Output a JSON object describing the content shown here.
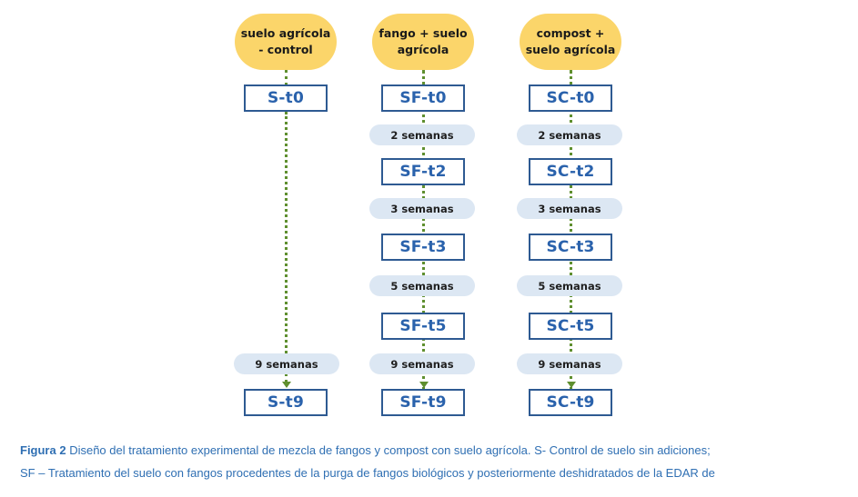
{
  "columns": [
    {
      "header": "suelo agrícola\n- control",
      "start": "S-t0",
      "steps": [],
      "final_interval": "9 semanas",
      "end": "S-t9"
    },
    {
      "header": "fango + suelo\nagrícola",
      "start": "SF-t0",
      "steps": [
        {
          "interval": "2 semanas",
          "label": "SF-t2"
        },
        {
          "interval": "3 semanas",
          "label": "SF-t3"
        },
        {
          "interval": "5 semanas",
          "label": "SF-t5"
        }
      ],
      "final_interval": "9 semanas",
      "end": "SF-t9"
    },
    {
      "header": "compost +\nsuelo agrícola",
      "start": "SC-t0",
      "steps": [
        {
          "interval": "2 semanas",
          "label": "SC-t2"
        },
        {
          "interval": "3 semanas",
          "label": "SC-t3"
        },
        {
          "interval": "5 semanas",
          "label": "SC-t5"
        }
      ],
      "final_interval": "9 semanas",
      "end": "SC-t9"
    }
  ],
  "caption": {
    "figure_label": "Figura 2",
    "line1": " Diseño del tratamiento experimental de mezcla de fangos y compost con suelo agrícola. S- Control de suelo sin adiciones;",
    "line2": "SF – Tratamiento del suelo con fangos procedentes de la purga de fangos biológicos y posteriormente deshidratados de la EDAR de"
  },
  "colors": {
    "header_fill": "#fbd56a",
    "box_border": "#2e5a92",
    "box_text": "#2a62ac",
    "pill_fill": "#dce7f3",
    "connector": "#5f8f2f",
    "caption_text": "#2f6fb3"
  }
}
